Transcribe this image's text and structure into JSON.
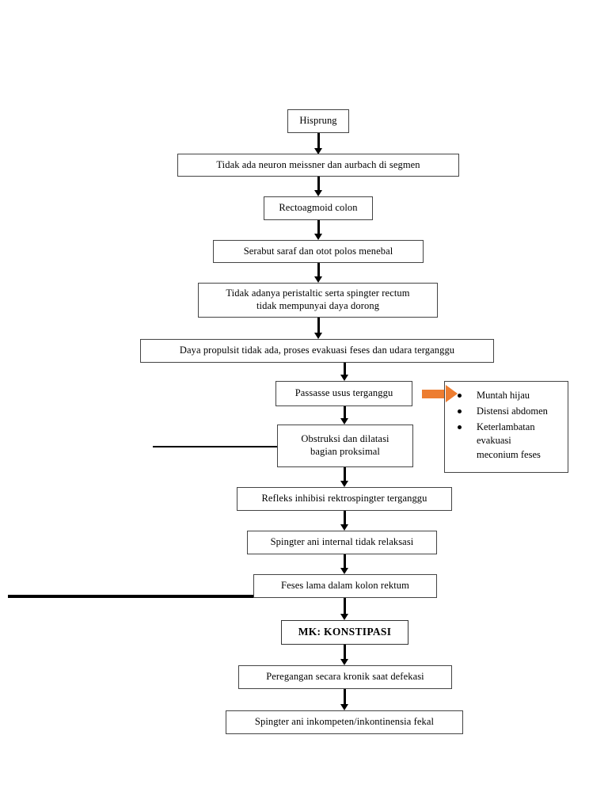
{
  "diagram": {
    "title": "Hisprung pathophysiology flowchart",
    "accent_color": "#ED7D31",
    "line_color": "#000000",
    "box_border_color": "#444444",
    "background_color": "#FFFFFF",
    "nodes": [
      {
        "id": "n1",
        "label": "Hisprung"
      },
      {
        "id": "n2",
        "label": "Tidak ada neuron meissner dan aurbach di segmen"
      },
      {
        "id": "n3",
        "label": "Rectoagmoid colon"
      },
      {
        "id": "n4",
        "label": "Serabut saraf dan otot polos menebal"
      },
      {
        "id": "n5",
        "label": "Tidak adanya peristaltic serta spingter rectum\ntidak mempunyai daya dorong"
      },
      {
        "id": "n6",
        "label": "Daya propulsit tidak ada, proses evakuasi feses dan udara terganggu"
      },
      {
        "id": "n7",
        "label": "Passasse usus terganggu"
      },
      {
        "id": "n8",
        "label": "Obstruksi dan dilatasi\nbagian proksimal"
      },
      {
        "id": "n9",
        "label": "Refleks inhibisi rektrospingter terganggu"
      },
      {
        "id": "n10",
        "label": "Spingter ani internal tidak relaksasi"
      },
      {
        "id": "n11",
        "label": "Feses lama dalam kolon rektum"
      },
      {
        "id": "n12",
        "label": "MK: KONSTIPASI"
      },
      {
        "id": "n13",
        "label": "Peregangan secara kronik saat defekasi"
      },
      {
        "id": "n14",
        "label": "Spingter ani inkompeten/inkontinensia fekal"
      }
    ],
    "callout": {
      "id": "c1",
      "items": [
        "Muntah hijau",
        "Distensi abdomen",
        "Keterlambatan\nevakuasi\nmeconium feses"
      ]
    }
  }
}
